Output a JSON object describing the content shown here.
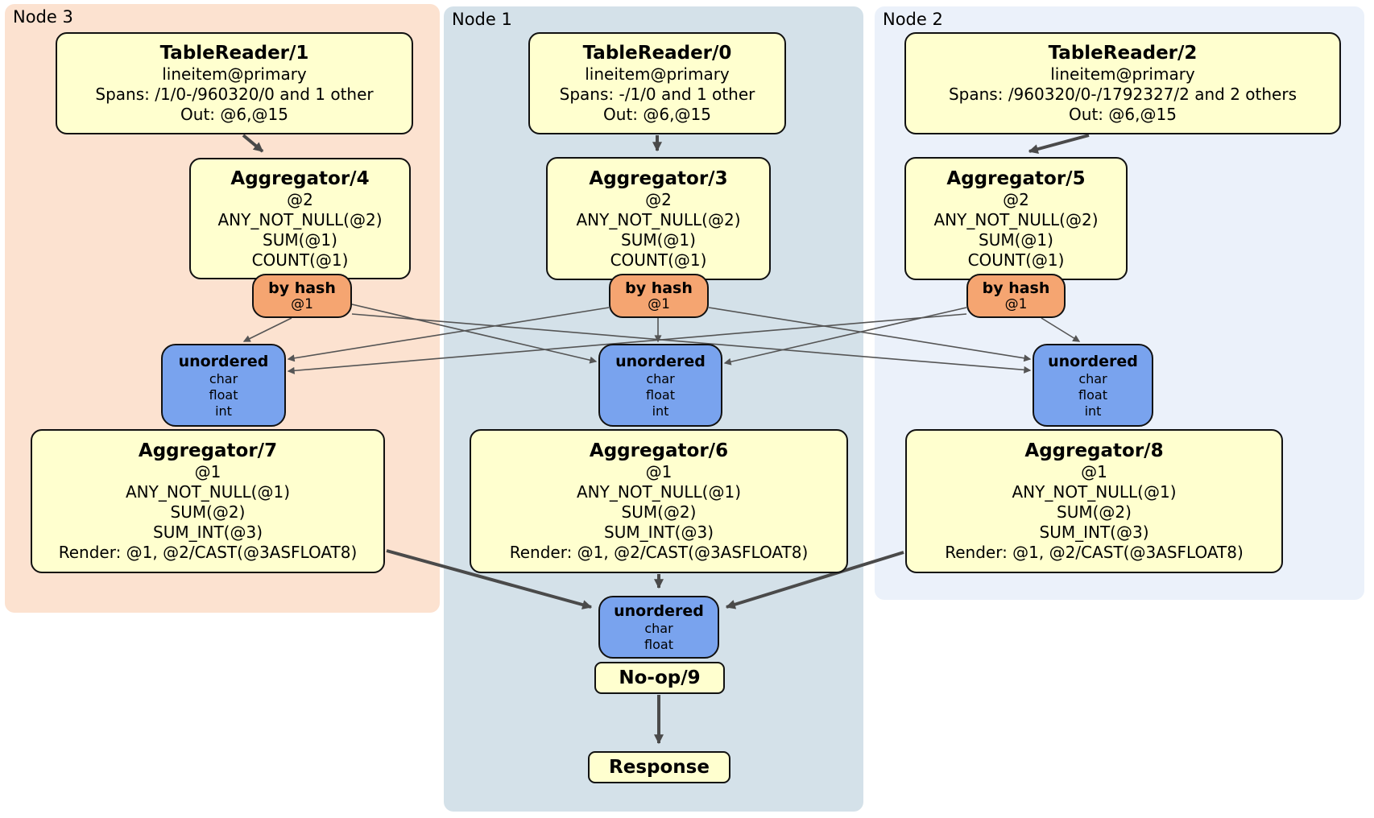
{
  "panels": [
    {
      "label": "Node 3"
    },
    {
      "label": "Node 1"
    },
    {
      "label": "Node 2"
    }
  ],
  "boxes": {
    "tr1": {
      "title": "TableReader/1",
      "lines": [
        "lineitem@primary",
        "Spans: /1/0-/960320/0 and 1 other",
        "Out: @6,@15"
      ]
    },
    "tr0": {
      "title": "TableReader/0",
      "lines": [
        "lineitem@primary",
        "Spans: -/1/0 and 1 other",
        "Out: @6,@15"
      ]
    },
    "tr2": {
      "title": "TableReader/2",
      "lines": [
        "lineitem@primary",
        "Spans: /960320/0-/1792327/2 and 2 others",
        "Out: @6,@15"
      ]
    },
    "agg4": {
      "title": "Aggregator/4",
      "lines": [
        "@2",
        "ANY_NOT_NULL(@2)",
        "SUM(@1)",
        "COUNT(@1)"
      ]
    },
    "agg3": {
      "title": "Aggregator/3",
      "lines": [
        "@2",
        "ANY_NOT_NULL(@2)",
        "SUM(@1)",
        "COUNT(@1)"
      ]
    },
    "agg5": {
      "title": "Aggregator/5",
      "lines": [
        "@2",
        "ANY_NOT_NULL(@2)",
        "SUM(@1)",
        "COUNT(@1)"
      ]
    },
    "hashN3": {
      "title": "by hash",
      "sub": "@1"
    },
    "hashN1": {
      "title": "by hash",
      "sub": "@1"
    },
    "hashN2": {
      "title": "by hash",
      "sub": "@1"
    },
    "unoN3": {
      "title": "unordered",
      "items": [
        "char",
        "float",
        "int"
      ]
    },
    "unoN1": {
      "title": "unordered",
      "items": [
        "char",
        "float",
        "int"
      ]
    },
    "unoN2": {
      "title": "unordered",
      "items": [
        "char",
        "float",
        "int"
      ]
    },
    "agg7": {
      "title": "Aggregator/7",
      "lines": [
        "@1",
        "ANY_NOT_NULL(@1)",
        "SUM(@2)",
        "SUM_INT(@3)",
        "Render: @1, @2/CAST(@3ASFLOAT8)"
      ]
    },
    "agg6": {
      "title": "Aggregator/6",
      "lines": [
        "@1",
        "ANY_NOT_NULL(@1)",
        "SUM(@2)",
        "SUM_INT(@3)",
        "Render: @1, @2/CAST(@3ASFLOAT8)"
      ]
    },
    "agg8": {
      "title": "Aggregator/8",
      "lines": [
        "@1",
        "ANY_NOT_NULL(@1)",
        "SUM(@2)",
        "SUM_INT(@3)",
        "Render: @1, @2/CAST(@3ASFLOAT8)"
      ]
    },
    "buno": {
      "title": "unordered",
      "items": [
        "char",
        "float"
      ]
    },
    "noop": {
      "title": "No-op/9"
    },
    "resp": {
      "title": "Response"
    }
  },
  "colors": {
    "node3_bg": "#fce2d0",
    "node1_bg": "#d4e1e9",
    "node2_bg": "#ebf1fa",
    "box_yellow": "#ffffcf",
    "router_orange": "#f5a571",
    "sync_blue": "#79a3ee",
    "edge_color": "#4a4a4a",
    "edge_thin_color": "#555555"
  }
}
